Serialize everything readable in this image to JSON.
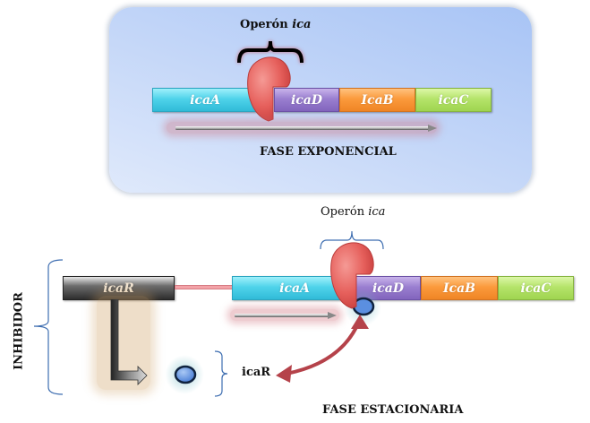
{
  "top_panel": {
    "operon_label_prefix": "Operón ",
    "operon_label_italic": "ica",
    "genes": [
      {
        "name": "icaA",
        "color": "#4fd3ea"
      },
      {
        "name": "icaD",
        "color": "#9a7fd0"
      },
      {
        "name": "IcaB",
        "color": "#fb9a3c"
      },
      {
        "name": "icaC",
        "color": "#b5e46a"
      }
    ],
    "phase_label": "FASE EXPONENCIAL"
  },
  "bottom_panel": {
    "operon_label_prefix": "Operón ",
    "operon_label_italic": "ica",
    "regulator_gene": {
      "name": "icaR",
      "color": "#3a3a3a"
    },
    "genes": [
      {
        "name": "icaA",
        "color": "#4fd3ea"
      },
      {
        "name": "icaD",
        "color": "#9a7fd0"
      },
      {
        "name": "IcaB",
        "color": "#fb9a3c"
      },
      {
        "name": "icaC",
        "color": "#b5e46a"
      }
    ],
    "protein_label": "icaR",
    "side_label": "INHIBIDOR",
    "phase_label": "FASE ESTACIONARIA"
  },
  "colors": {
    "polymerase": "#e8615f",
    "repressor": "#5b8fe0",
    "interaction_arrow": "#b5424a",
    "panel_bg": "#c3d6f8"
  }
}
